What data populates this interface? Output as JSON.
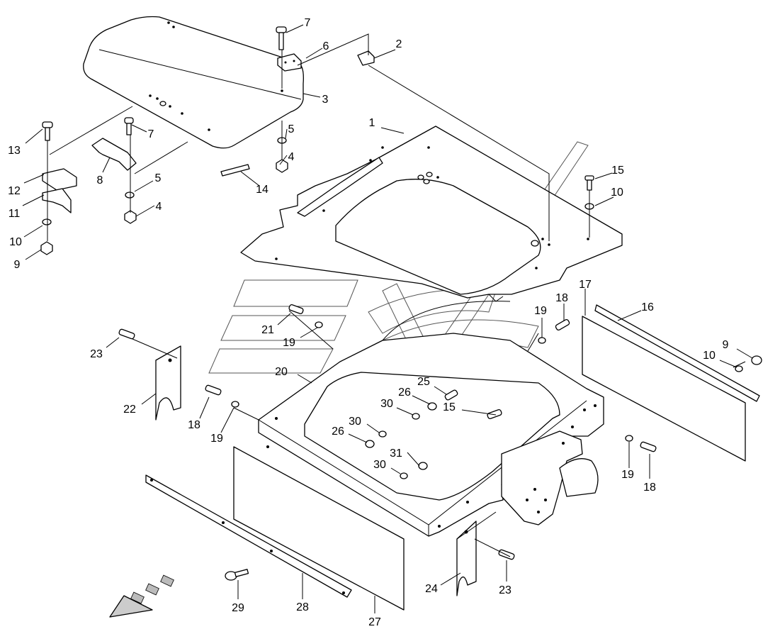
{
  "diagram": {
    "callouts": [
      {
        "label": "1"
      },
      {
        "label": "2"
      },
      {
        "label": "3"
      },
      {
        "label": "4"
      },
      {
        "label": "4"
      },
      {
        "label": "5"
      },
      {
        "label": "5"
      },
      {
        "label": "6"
      },
      {
        "label": "7"
      },
      {
        "label": "7"
      },
      {
        "label": "8"
      },
      {
        "label": "9"
      },
      {
        "label": "9"
      },
      {
        "label": "10"
      },
      {
        "label": "10"
      },
      {
        "label": "10"
      },
      {
        "label": "11"
      },
      {
        "label": "12"
      },
      {
        "label": "13"
      },
      {
        "label": "14"
      },
      {
        "label": "15"
      },
      {
        "label": "15"
      },
      {
        "label": "16"
      },
      {
        "label": "17"
      },
      {
        "label": "18"
      },
      {
        "label": "18"
      },
      {
        "label": "18"
      },
      {
        "label": "19"
      },
      {
        "label": "19"
      },
      {
        "label": "19"
      },
      {
        "label": "19"
      },
      {
        "label": "20"
      },
      {
        "label": "21"
      },
      {
        "label": "22"
      },
      {
        "label": "23"
      },
      {
        "label": "23"
      },
      {
        "label": "24"
      },
      {
        "label": "25"
      },
      {
        "label": "26"
      },
      {
        "label": "26"
      },
      {
        "label": "27"
      },
      {
        "label": "28"
      },
      {
        "label": "29"
      },
      {
        "label": "30"
      },
      {
        "label": "30"
      },
      {
        "label": "30"
      },
      {
        "label": "31"
      }
    ]
  }
}
